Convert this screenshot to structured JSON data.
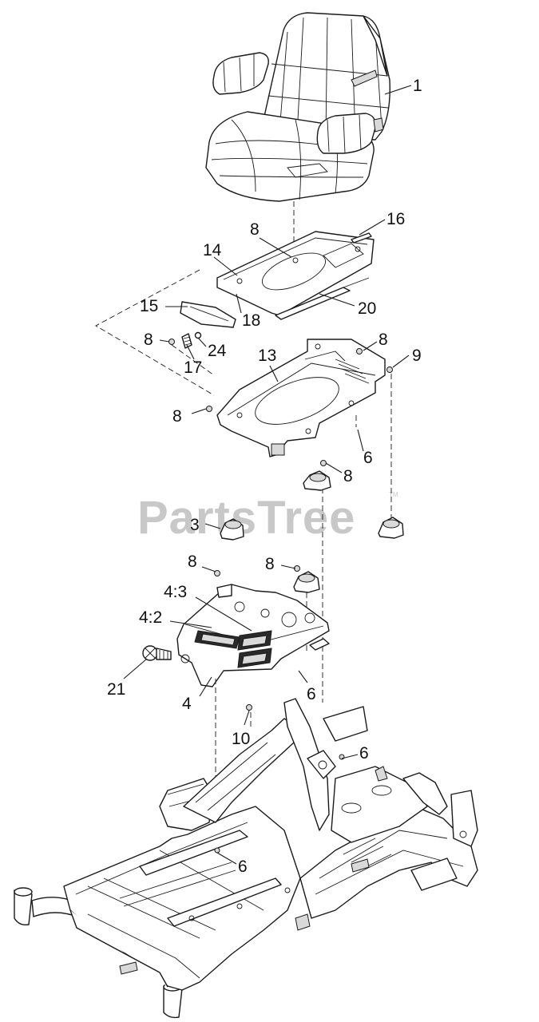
{
  "watermark": {
    "text": "PartsTree",
    "trademark": "TM"
  },
  "callouts": [
    {
      "id": "c1",
      "label": "1",
      "part": "seat"
    },
    {
      "id": "c16",
      "label": "16",
      "part": "pin"
    },
    {
      "id": "c8a",
      "label": "8",
      "part": "nut"
    },
    {
      "id": "c14",
      "label": "14",
      "part": "seat-mount-plate"
    },
    {
      "id": "c15",
      "label": "15",
      "part": "latch-bracket"
    },
    {
      "id": "c18",
      "label": "18",
      "part": "fastener"
    },
    {
      "id": "c20",
      "label": "20",
      "part": "rod"
    },
    {
      "id": "c8b",
      "label": "8",
      "part": "nut"
    },
    {
      "id": "c24",
      "label": "24",
      "part": "washer"
    },
    {
      "id": "c17",
      "label": "17",
      "part": "spring"
    },
    {
      "id": "c13",
      "label": "13",
      "part": "seat-base-plate"
    },
    {
      "id": "c8c",
      "label": "8",
      "part": "nut"
    },
    {
      "id": "c9",
      "label": "9",
      "part": "nut"
    },
    {
      "id": "c8d",
      "label": "8",
      "part": "nut"
    },
    {
      "id": "c6a",
      "label": "6",
      "part": "bolt"
    },
    {
      "id": "c8e",
      "label": "8",
      "part": "nut"
    },
    {
      "id": "c3",
      "label": "3",
      "part": "isolator-mount"
    },
    {
      "id": "c8f",
      "label": "8",
      "part": "nut"
    },
    {
      "id": "c8g",
      "label": "8",
      "part": "nut"
    },
    {
      "id": "c43",
      "label": "4:3",
      "part": "decal"
    },
    {
      "id": "c42",
      "label": "4:2",
      "part": "decal"
    },
    {
      "id": "c21",
      "label": "21",
      "part": "knob"
    },
    {
      "id": "c4",
      "label": "4",
      "part": "control-panel"
    },
    {
      "id": "c6b",
      "label": "6",
      "part": "bolt"
    },
    {
      "id": "c10",
      "label": "10",
      "part": "screw"
    },
    {
      "id": "c6c",
      "label": "6",
      "part": "bolt"
    },
    {
      "id": "c6d",
      "label": "6",
      "part": "bolt"
    }
  ]
}
